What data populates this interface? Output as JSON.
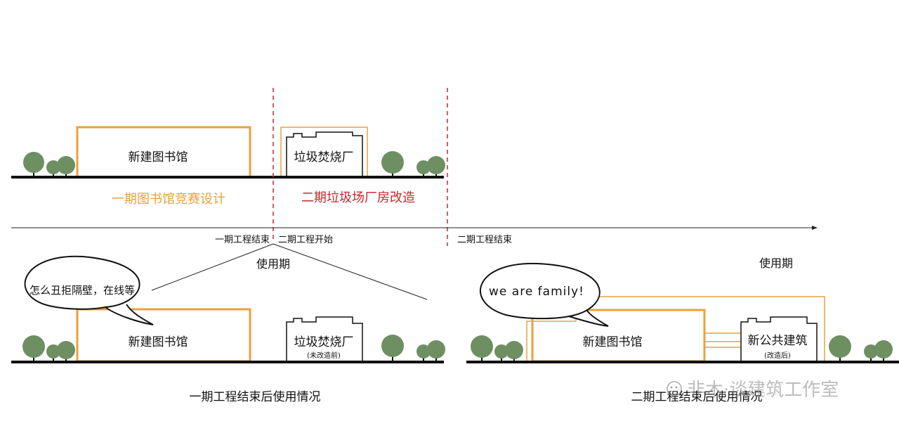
{
  "colors": {
    "orange": "#E8A23B",
    "red": "#C8262C",
    "tree": "#6E8F62",
    "ground": "#111111",
    "dashed": "#C8262C"
  },
  "phase_labels": {
    "phase1": "一期图书馆竞赛设计",
    "phase2": "二期垃圾场厂房改造"
  },
  "top_scene": {
    "library_label": "新建图书馆",
    "incinerator_label": "垃圾焚烧厂"
  },
  "timeline": {
    "phase1_end": "一期工程结束",
    "phase2_start": "二期工程开始",
    "phase2_end": "二期工程结束",
    "use_period_left": "使用期",
    "use_period_right": "使用期"
  },
  "bottom_left": {
    "speech": "怎么丑拒隔壁，在线等",
    "library_label": "新建图书馆",
    "incinerator_label": "垃圾焚烧厂",
    "incinerator_note": "(未改造前)",
    "caption": "一期工程结束后使用情况"
  },
  "bottom_right": {
    "speech": "we are family!",
    "library_label": "新建图书馆",
    "public_label": "新公共建筑",
    "public_note": "(改造后)",
    "caption": "二期工程结束后使用情况"
  },
  "watermark": {
    "text": "非木·谈建筑工作室"
  }
}
